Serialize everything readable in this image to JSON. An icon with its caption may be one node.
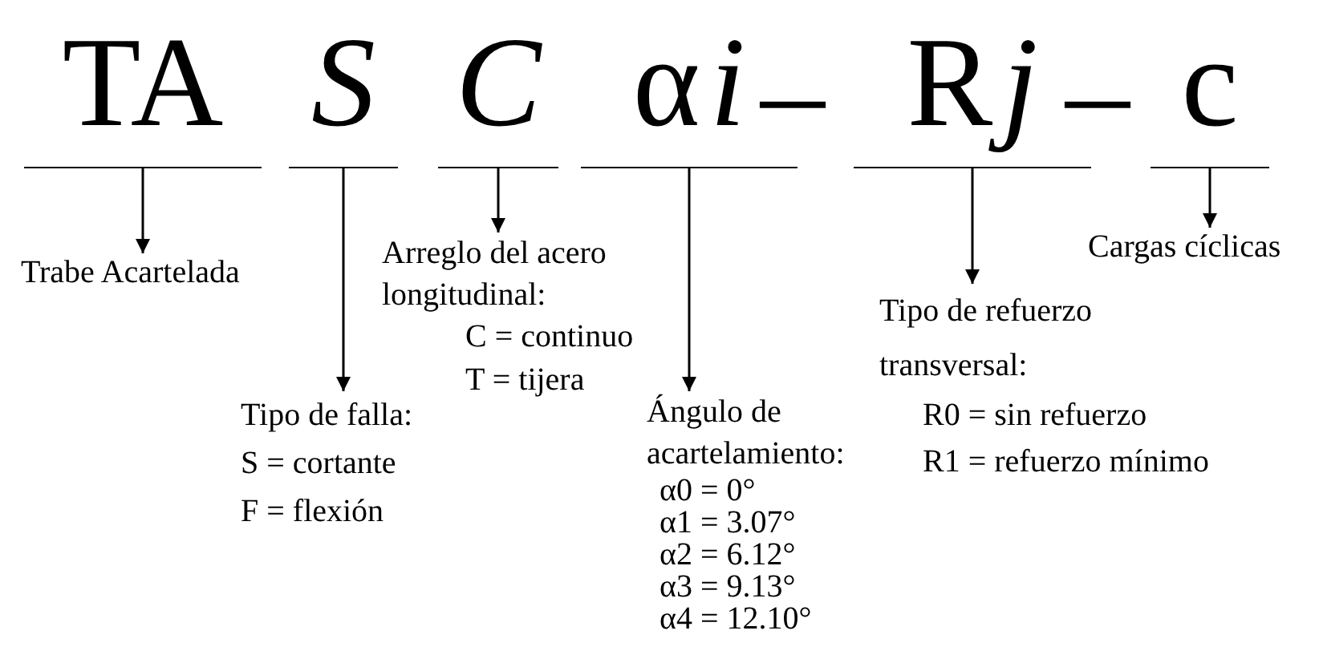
{
  "diagram": {
    "nodes": [
      {
        "text": [
          "TA"
        ]
      },
      {
        "text": [
          "S"
        ]
      },
      {
        "text": [
          "C"
        ]
      },
      {
        "text": [
          "α",
          "i"
        ]
      },
      {
        "text": [
          "R",
          "j"
        ]
      },
      {
        "text": [
          "c"
        ]
      },
      {
        "text": [
          "Trabe Acartelada"
        ]
      },
      {
        "text": [
          "Tipo de falla:",
          "S = cortante",
          "F = flexión"
        ]
      },
      {
        "text": [
          "Arreglo del acero longitudinal:",
          "C = continuo",
          "T = tijera"
        ]
      },
      {
        "text": [
          "Ángulo de acartelamiento:",
          "α0 = 0°",
          "α1 = 3.07°",
          "α2 = 6.12°",
          "α3 = 9.13°",
          "α4 = 12.10°"
        ]
      },
      {
        "text": [
          "Tipo de refuerzo transversal:",
          "R0 = sin refuerzo",
          "R1 = refuerzo mínimo"
        ]
      },
      {
        "text": [
          "Cargas cíclicas"
        ]
      }
    ],
    "edges": [
      {
        "from": 0,
        "to": 6,
        "arrow": "to"
      },
      {
        "from": 1,
        "to": 7,
        "arrow": "to"
      },
      {
        "from": 2,
        "to": 8,
        "arrow": "to"
      },
      {
        "from": 3,
        "to": 9,
        "arrow": "to"
      },
      {
        "from": 4,
        "to": 10,
        "arrow": "to"
      },
      {
        "from": 5,
        "to": 11,
        "arrow": "to"
      }
    ],
    "labels": [
      "–",
      "–"
    ]
  }
}
